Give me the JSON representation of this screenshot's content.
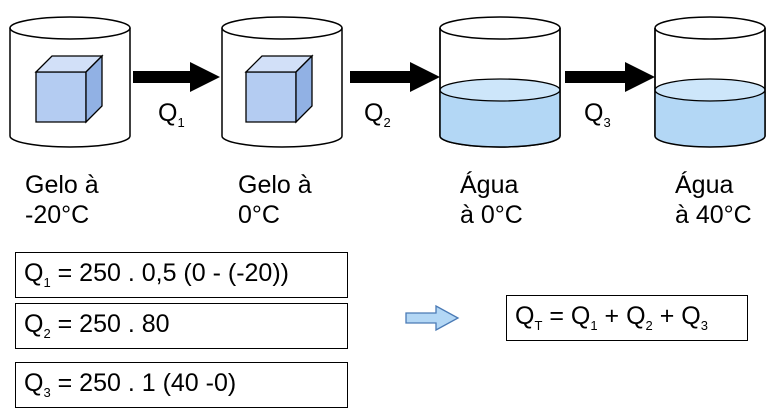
{
  "stages": [
    {
      "line1": "Gelo à",
      "line2": "-20°C",
      "content": "ice-cube"
    },
    {
      "line1": "Gelo à",
      "line2": "0°C",
      "content": "ice-cube"
    },
    {
      "line1": "Água",
      "line2": "à 0°C",
      "content": "water"
    },
    {
      "line1": "Água",
      "line2": "à 40°C",
      "content": "water"
    }
  ],
  "arrows": [
    {
      "letter": "Q",
      "sub": "1"
    },
    {
      "letter": "Q",
      "sub": "2"
    },
    {
      "letter": "Q",
      "sub": "3"
    }
  ],
  "equations": [
    {
      "letter": "Q",
      "sub": "1",
      "rhs": " = 250 . 0,5 (0 - (-20))"
    },
    {
      "letter": "Q",
      "sub": "2",
      "rhs": " = 250 . 80"
    },
    {
      "letter": "Q",
      "sub": "3",
      "rhs": " = 250 . 1 (40 -0)"
    }
  ],
  "total": {
    "lhs_letter": "Q",
    "lhs_sub": "T",
    "eq": " = ",
    "t1_letter": "Q",
    "t1_sub": "1",
    "plus1": " + ",
    "t2_letter": "Q",
    "t2_sub": "2",
    "plus2": " + ",
    "t3_letter": "Q",
    "t3_sub": "3"
  },
  "colors": {
    "ice_front": "#b4ccf2",
    "ice_top": "#d2e0f8",
    "ice_side": "#91b1e4",
    "water": "#b3d7f5",
    "water_surface": "#cde6fa",
    "accent_arrow": "#b3d7f5"
  }
}
